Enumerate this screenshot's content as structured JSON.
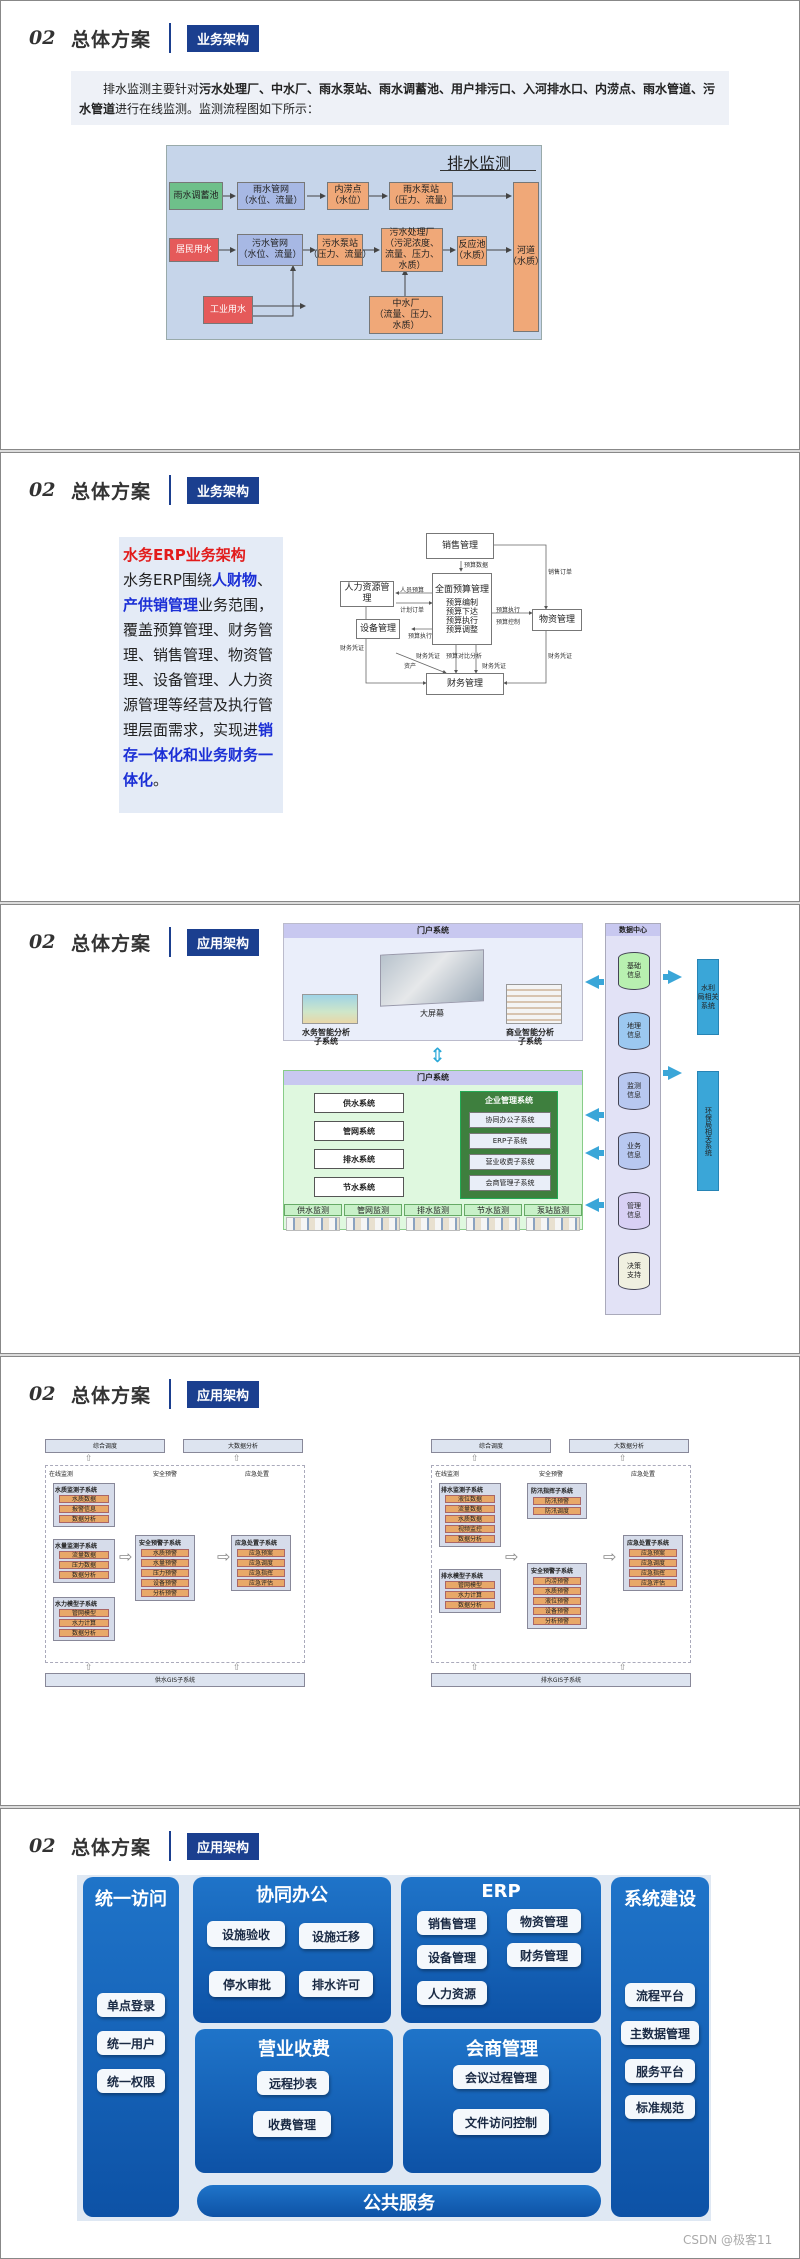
{
  "header": {
    "num": "02",
    "title": "总体方案"
  },
  "watermark": "CSDN @极客11",
  "slide1": {
    "tag": "业务架构",
    "intro": {
      "p1": "排水监测主要针对",
      "b1": "污水处理厂、中水厂、雨水泵站、雨水调蓄池、用户排污口、入河排水口、内涝点、雨水管道、污水管道",
      "p2": "进行在线监测。监测流程图如下所示："
    },
    "diagram": {
      "title": "排水监测",
      "nodes": {
        "rain_pool": "雨水调蓄池",
        "rain_pipe": "雨水管网\n（水位、流量）",
        "waterlog": "内涝点\n（水位）",
        "rain_pump": "雨水泵站\n（压力、流量）",
        "resident": "居民用水",
        "sewage_pipe": "污水管网\n（水位、流量）",
        "sewage_pump": "污水泵站\n（压力、流量）",
        "sewage_plant": "污水处理厂\n（污泥浓度、\n流量、压力、\n水质）",
        "reaction_pool": "反应池\n（水质）",
        "river": "河道\n（水质）",
        "industrial": "工业用水",
        "reclaimed": "中水厂\n（流量、压力、\n水质）"
      }
    }
  },
  "slide2": {
    "tag": "业务架构",
    "text": {
      "heading": "水务ERP业务架构",
      "t1": "水务ERP围绕",
      "b1": "人财物",
      "t2": "、",
      "b2": "产供销管理",
      "t3": "业务范围，覆盖预算管理、财务管理、销售管理、物资管理、设备管理、人力资源管理等经营及执行管理层面需求，实现进",
      "b3": "销存一体化和业务财务一体化",
      "t4": "。"
    },
    "diagram": {
      "sales": "销售管理",
      "hr": "人力资源管\n理",
      "budget": "全面预算管理",
      "budget_items": "预算编制\n预算下达\n预算执行\n预算调整",
      "materials": "物资管理",
      "equipment": "设备管理",
      "finance": "财务管理",
      "l_budget_data": "预算数据",
      "l_sales_data": "销售订单",
      "l_hr_budget": "人员预算",
      "l_plan": "计划订单",
      "l_budget_exec1": "预算执行",
      "l_budget_exec2": "预算执行",
      "l_budget_ctrl": "预算控制",
      "l_fin1": "财务凭证",
      "l_fin2": "财务凭证",
      "l_fin3": "财务凭证",
      "l_fin4": "财务凭证",
      "l_asset": "资产",
      "l_budget_comp": "预算对比分析"
    }
  },
  "slide3": {
    "tag": "应用架构",
    "top": {
      "title": "门户系统",
      "screen": "大屏幕",
      "left_sys": "水务智能分析\n子系统",
      "right_sys": "商业智能分析\n子系统"
    },
    "bottom": {
      "title": "门户系统",
      "left_items": [
        "供水系统",
        "管网系统",
        "排水系统",
        "节水系统"
      ],
      "right_title": "企业管理系统",
      "right_items": [
        "协同办公子系统",
        "ERP子系统",
        "营业收费子系统",
        "会商管理子系统"
      ],
      "monitors": [
        "供水监测",
        "管网监测",
        "排水监测",
        "节水监测",
        "泵站监测"
      ]
    },
    "datacenter": {
      "title": "数据中心",
      "items": [
        "基础\n信息",
        "地理\n信息",
        "监测\n信息",
        "业务\n信息",
        "管理\n信息",
        "决策\n支持"
      ]
    },
    "ext": [
      "水利\n局相关\n系统",
      "环保局相关系统"
    ]
  },
  "slide4": {
    "tag": "应用架构",
    "left": {
      "top_a": "综合调度",
      "top_b": "大数据分析",
      "col1": "在线监测",
      "col2": "安全预警",
      "col3": "应急处置",
      "g1": "水质监测子系统",
      "g1_items": [
        "水质数据",
        "报警信息",
        "数据分析"
      ],
      "g2": "水量监测子系统",
      "g2_items": [
        "流量数据",
        "压力数据",
        "数据分析"
      ],
      "g3": "水力模型子系统",
      "g3_items": [
        "管网模型",
        "水力计算",
        "数据分析"
      ],
      "mid": "安全预警子系统",
      "mid_items": [
        "水质预警",
        "水量预警",
        "压力预警",
        "设备预警",
        "分析预警"
      ],
      "right": "应急处置子系统",
      "right_items": [
        "应急预案",
        "应急调度",
        "应急指挥",
        "应急评估"
      ],
      "base": "供水GIS子系统"
    },
    "right": {
      "top_a": "综合调度",
      "top_b": "大数据分析",
      "col1": "在线监测",
      "col2": "安全预警",
      "col3": "应急处置",
      "g1": "排水监测子系统",
      "g1_items": [
        "液位数据",
        "流量数据",
        "水质数据",
        "视频监控",
        "数据分析"
      ],
      "g2": "排水模型子系统",
      "g2_items": [
        "管网模型",
        "水力计算",
        "数据分析"
      ],
      "m1": "防汛指挥子系统",
      "m1_items": [
        "防汛预警",
        "防汛调度"
      ],
      "m2": "安全预警子系统",
      "m2_items": [
        "内涝预警",
        "水质预警",
        "液位预警",
        "设备预警",
        "分析预警"
      ],
      "right": "应急处置子系统",
      "right_items": [
        "应急预案",
        "应急调度",
        "应急指挥",
        "应急评估"
      ],
      "base": "排水GIS子系统"
    }
  },
  "slide5": {
    "tag": "应用架构",
    "access": {
      "title": "统一访问",
      "items": [
        "单点登录",
        "统一用户",
        "统一权限"
      ]
    },
    "office": {
      "title": "协同办公",
      "items": [
        "设施验收",
        "设施迁移",
        "停水审批",
        "排水许可"
      ]
    },
    "erp": {
      "title": "ERP",
      "items": [
        "销售管理",
        "物资管理",
        "设备管理",
        "财务管理",
        "人力资源"
      ]
    },
    "system": {
      "title": "系统建设",
      "items": [
        "流程平台",
        "主数据管理",
        "服务平台",
        "标准规范"
      ]
    },
    "billing": {
      "title": "营业收费",
      "items": [
        "远程抄表",
        "收费管理"
      ]
    },
    "meeting": {
      "title": "会商管理",
      "items": [
        "会议过程管理",
        "文件访问控制"
      ]
    },
    "public": "公共服务"
  }
}
